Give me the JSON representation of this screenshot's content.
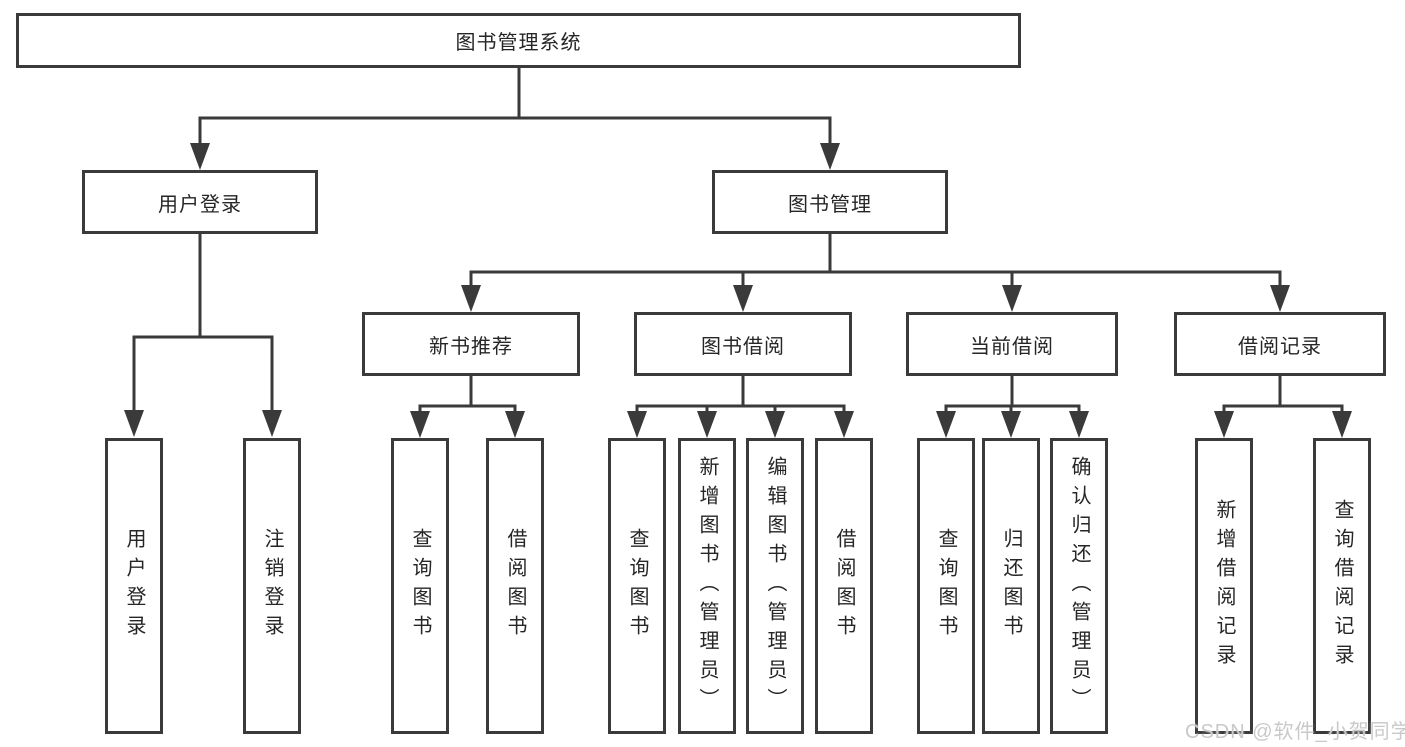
{
  "diagram": {
    "root": {
      "label": "图书管理系统"
    },
    "level2": [
      {
        "label": "用户登录"
      },
      {
        "label": "图书管理"
      }
    ],
    "level3": [
      {
        "label": "新书推荐"
      },
      {
        "label": "图书借阅"
      },
      {
        "label": "当前借阅"
      },
      {
        "label": "借阅记录"
      }
    ],
    "leaves": {
      "user_login": [
        "用户登录",
        "注销登录"
      ],
      "new_book_recommend": [
        "查询图书",
        "借阅图书"
      ],
      "book_borrow": [
        "查询图书",
        "新增图书（管理员）",
        "编辑图书（管理员）",
        "借阅图书"
      ],
      "current_borrow": [
        "查询图书",
        "归还图书",
        "确认归还（管理员）"
      ],
      "borrow_records": [
        "新增借阅记录",
        "查询借阅记录"
      ]
    }
  },
  "watermark": {
    "text": "CSDN @软件_小贺同学",
    "color": "#c9c9c9"
  },
  "colors": {
    "line": "#3a3a3a",
    "text": "#262626",
    "box_background": "#ffffff"
  }
}
